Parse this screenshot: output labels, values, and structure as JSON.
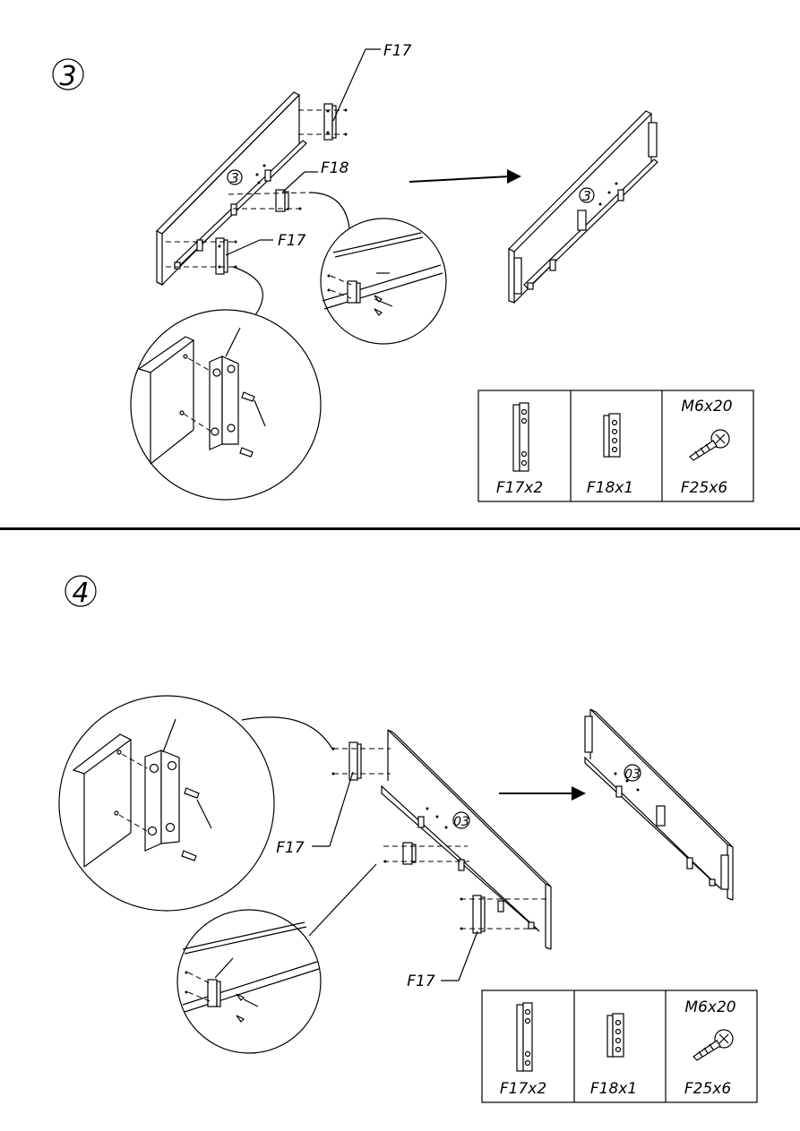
{
  "step3": {
    "number": "3",
    "labels": {
      "f17_top": "F17",
      "f18": "F18",
      "f17_left": "F17",
      "panel_mark": "3",
      "panel_mark_result": "3"
    },
    "parts": {
      "p1": "F17x2",
      "p2": "F18x1",
      "p3_top": "M6x20",
      "p3": "F25x6"
    }
  },
  "step4": {
    "number": "4",
    "labels": {
      "f17_left": "F17",
      "f17_bottom": "F17",
      "panel_mark": "03",
      "panel_mark_result": "03"
    },
    "parts": {
      "p1": "F17x2",
      "p2": "F18x1",
      "p3_top": "M6x20",
      "p3": "F25x6"
    }
  }
}
